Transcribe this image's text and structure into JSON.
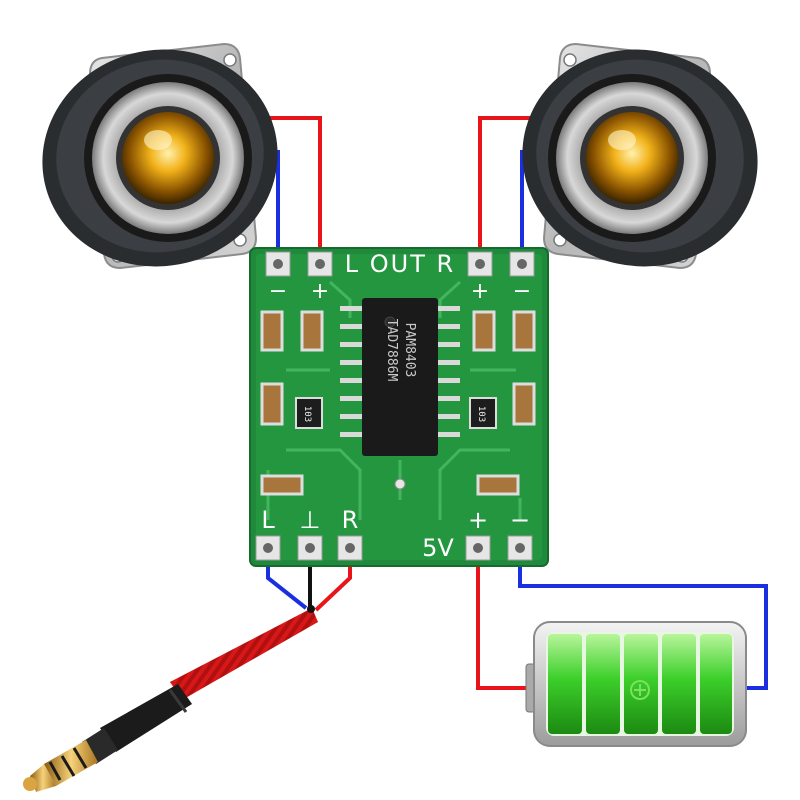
{
  "board": {
    "label_l_out_r": "L OUT R",
    "chip_line1": "PAM8403",
    "chip_line2": "TAD7886M",
    "resistor_code": "103",
    "input_label_l": "L",
    "input_label_gnd": "⊥",
    "input_label_r": "R",
    "power_label": "5V",
    "plus": "+",
    "minus": "−"
  },
  "colors": {
    "pcb": "#1f8a3c",
    "wire_red": "#e8141a",
    "wire_blue": "#1a2fe0",
    "wire_black": "#111111",
    "battery_green": "#3ccf2a",
    "cable_red": "#d81818",
    "jack_gold": "#d9a441"
  },
  "icons": [
    "speaker-left-icon",
    "speaker-right-icon",
    "battery-icon",
    "audio-jack-icon",
    "amplifier-chip-icon"
  ]
}
